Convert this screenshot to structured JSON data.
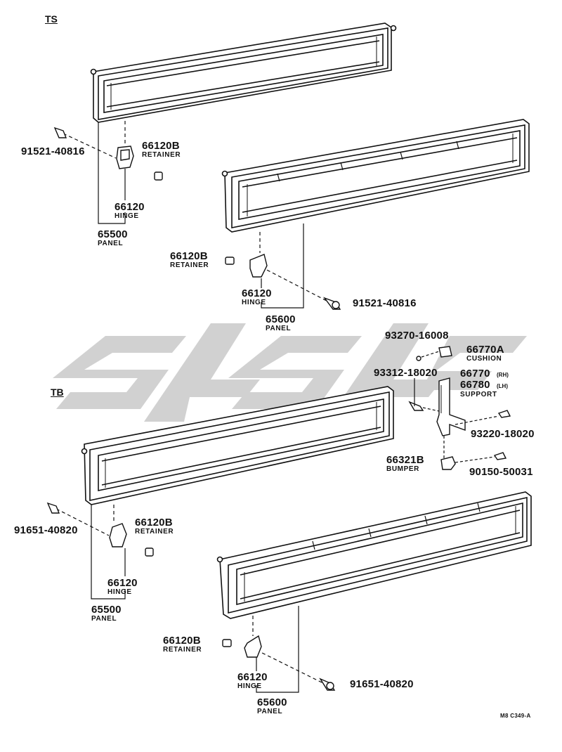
{
  "sections": {
    "top": "TS",
    "bottom": "TB"
  },
  "drawing_code": "M8 C349-A",
  "colors": {
    "line": "#111111",
    "watermark": "#c9c9c9"
  },
  "ts": {
    "bolt_left": "91521-40816",
    "retainer_left_num": "66120B",
    "retainer_left_name": "RETAINER",
    "hinge_left_num": "66120",
    "hinge_left_name": "HINGE",
    "panel_left_num": "65500",
    "panel_left_name": "PANEL",
    "retainer_right_num": "66120B",
    "retainer_right_name": "RETAINER",
    "hinge_right_num": "66120",
    "hinge_right_name": "HINGE",
    "bolt_right": "91521-40816",
    "panel_right_num": "65600",
    "panel_right_name": "PANEL"
  },
  "support": {
    "bolt_top": "93270-16008",
    "cushion_num": "66770A",
    "cushion_name": "CUSHION",
    "bolt_mid": "93312-18020",
    "support_num_rh": "66770",
    "support_rh_tag": "(RH)",
    "support_num_lh": "66780",
    "support_lh_tag": "(LH)",
    "support_name": "SUPPORT",
    "bolt_right": "93220-18020",
    "bumper_num": "66321B",
    "bumper_name": "BUMPER",
    "bolt_bottom": "90150-50031"
  },
  "tb": {
    "bolt_left": "91651-40820",
    "retainer_left_num": "66120B",
    "retainer_left_name": "RETAINER",
    "hinge_left_num": "66120",
    "hinge_left_name": "HINGE",
    "panel_left_num": "65500",
    "panel_left_name": "PANEL",
    "retainer_right_num": "66120B",
    "retainer_right_name": "RETAINER",
    "hinge_right_num": "66120",
    "hinge_right_name": "HINGE",
    "bolt_right": "91651-40820",
    "panel_right_num": "65600",
    "panel_right_name": "PANEL"
  }
}
